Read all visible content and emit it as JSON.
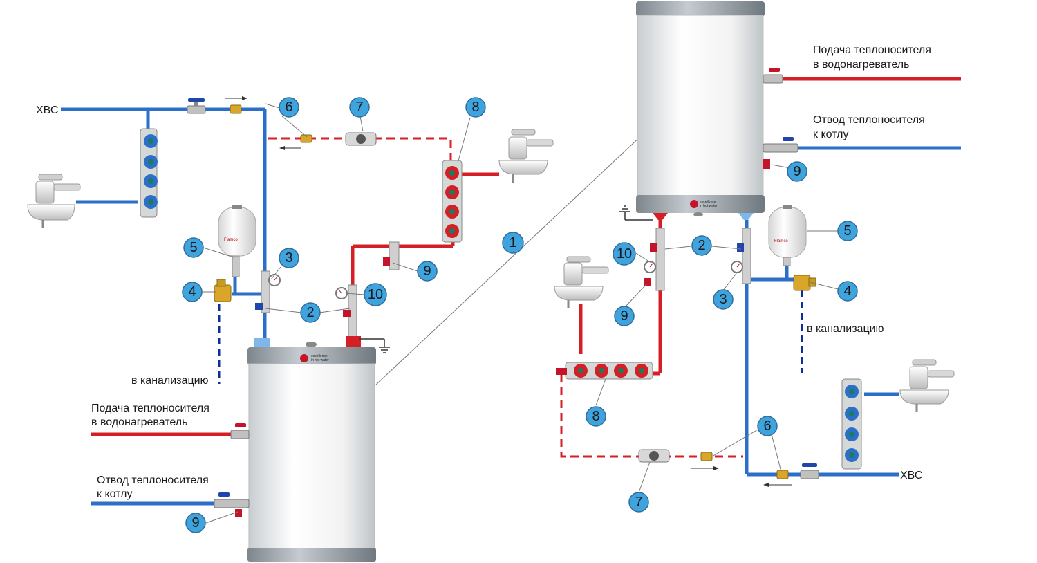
{
  "colors": {
    "cold": "#2b6fc9",
    "hot": "#d41f26",
    "badge": "#3fa3de",
    "tank_body": "#efefef",
    "tank_cap": "#9aa3ab",
    "fitting": "#c8c8c8",
    "brass": "#d9a62a",
    "drain": "#0d2f9c",
    "leader": "#666666"
  },
  "labels": {
    "left": {
      "hvs": "ХВС",
      "sewer": "в канализацию",
      "supply_line1": "Подача теплоносителя",
      "supply_line2": "в водонагреватель",
      "return_line1": "Отвод теплоносителя",
      "return_line2": "к котлу"
    },
    "right": {
      "hvs": "ХВС",
      "sewer": "в канализацию",
      "supply_line1": "Подача теплоносителя",
      "supply_line2": "в водонагреватель",
      "return_line1": "Отвод теплоносителя",
      "return_line2": "к котлу"
    },
    "tank_brand_line1": "excellence",
    "tank_brand_line2": "in hot water",
    "vessel_brand": "Flamco"
  },
  "badges": {
    "left": {
      "b1": "1",
      "b2": "2",
      "b3": "3",
      "b4": "4",
      "b5": "5",
      "b6": "6",
      "b7": "7",
      "b8": "8",
      "b9a": "9",
      "b9b": "9",
      "b10": "10"
    },
    "right": {
      "b2": "2",
      "b3": "3",
      "b4": "4",
      "b5": "5",
      "b6": "6",
      "b7": "7",
      "b8": "8",
      "b9a": "9",
      "b9b": "9",
      "b10": "10"
    }
  }
}
